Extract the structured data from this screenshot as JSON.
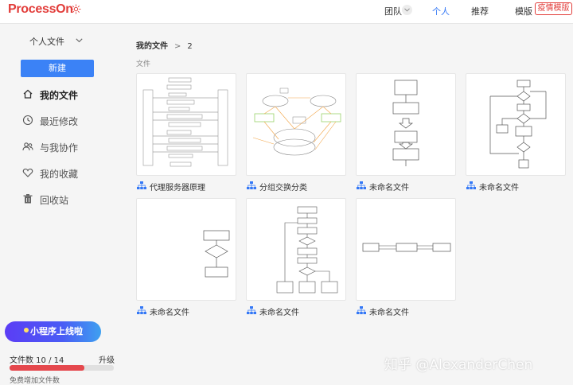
{
  "header": {
    "logo": "ProcessOn",
    "nav": {
      "team": "团队",
      "personal": "个人",
      "recommend": "推荐",
      "templates": "模版"
    },
    "promo_badge": "疫情模版",
    "accent": "#3478f6",
    "brand": "#e23d3a"
  },
  "sidebar": {
    "scope_select": "个人文件",
    "new_button": "新建",
    "items": [
      {
        "label": "我的文件",
        "icon": "home-icon"
      },
      {
        "label": "最近修改",
        "icon": "clock-icon"
      },
      {
        "label": "与我协作",
        "icon": "users-icon"
      },
      {
        "label": "我的收藏",
        "icon": "heart-icon"
      },
      {
        "label": "回收站",
        "icon": "trash-icon"
      }
    ],
    "banner": "小程序上线啦",
    "file_count": "文件数 10 / 14",
    "file_usage": {
      "used": 10,
      "total": 14
    },
    "upgrade": "升级",
    "free_more": "免费增加文件数"
  },
  "main": {
    "breadcrumb": {
      "root": "我的文件",
      "separator": ">",
      "current": "2"
    },
    "section_label": "文件",
    "files": [
      {
        "name": "代理服务器原理"
      },
      {
        "name": "分组交换分类"
      },
      {
        "name": "未命名文件"
      },
      {
        "name": "未命名文件"
      },
      {
        "name": "未命名文件"
      },
      {
        "name": "未命名文件"
      },
      {
        "name": "未命名文件"
      }
    ]
  },
  "watermark": "知乎 @AlexanderChen"
}
